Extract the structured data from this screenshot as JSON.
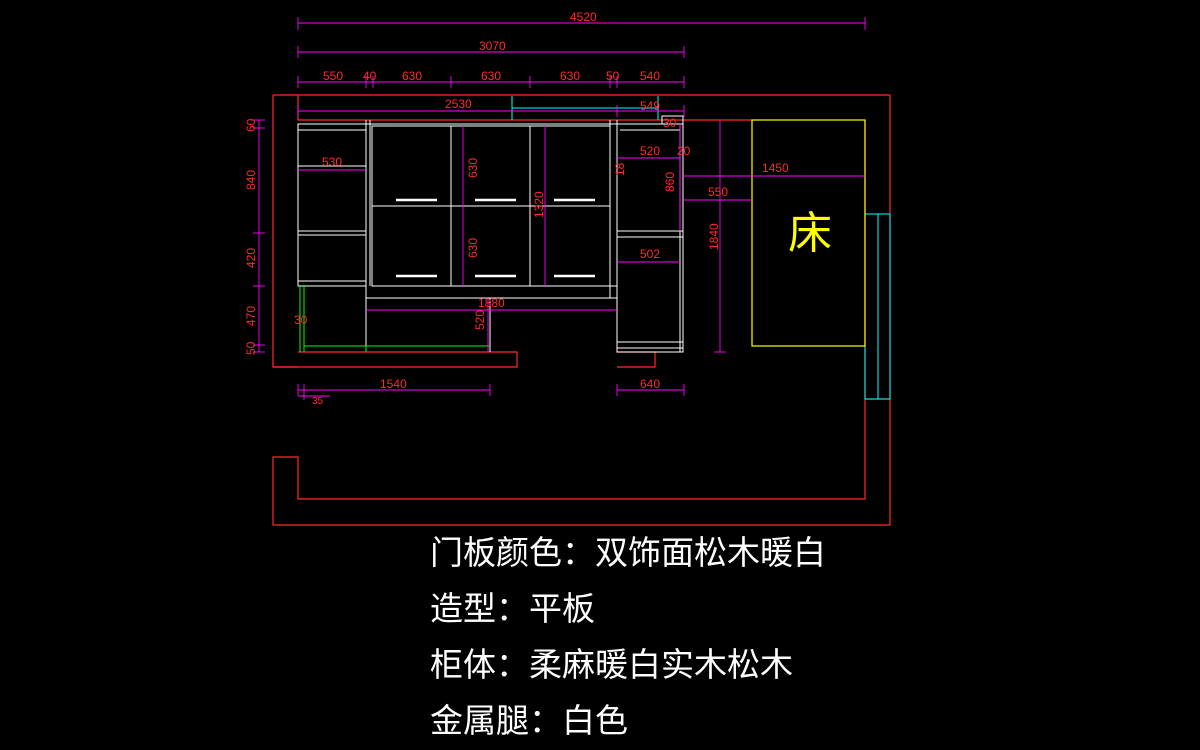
{
  "dimensions": {
    "d4520": "4520",
    "d3070": "3070",
    "d550a": "550",
    "d40": "40",
    "d630a": "630",
    "d630b": "630",
    "d630c": "630",
    "d50a": "50",
    "d540": "540",
    "d2530": "2530",
    "d549": "549",
    "d30a": "30",
    "d530": "530",
    "d630v1": "630",
    "d1320": "1320",
    "d630v2": "630",
    "d520": "520",
    "d20": "20",
    "d18": "18",
    "d860": "860",
    "d550b": "550",
    "d1450": "1450",
    "d1840": "1840",
    "d502": "502",
    "d1880": "1880",
    "d520v": "520",
    "d30b": "30",
    "d60": "60",
    "d840": "840",
    "d420": "420",
    "d470": "470",
    "d50b": "50",
    "d1540": "1540",
    "d35": "35",
    "d640": "640"
  },
  "bed_label": "床",
  "notes": {
    "door_color": "门板颜色：双饰面松木暖白",
    "shape": "造型：平板",
    "cabinet": "柜体：柔麻暖白实木松木",
    "legs": "金属腿：白色"
  },
  "colors": {
    "background": "#000000",
    "wall": "#ff2a2a",
    "dimension": "#ff00ff",
    "cabinet": "#ffffff",
    "bed": "#ffff00",
    "window": "#00ffff",
    "desk": "#00ff00"
  }
}
